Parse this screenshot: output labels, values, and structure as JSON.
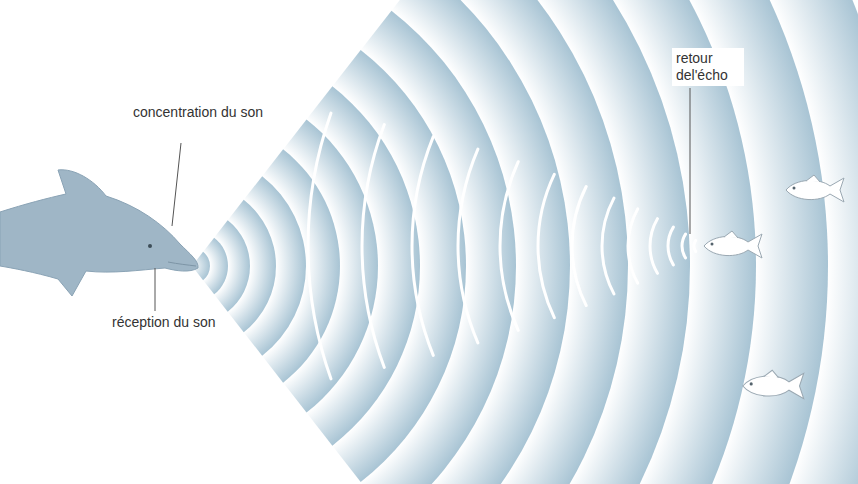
{
  "diagram": {
    "labels": [
      "concentration du son",
      "réception du son",
      "retour del'écho"
    ]
  }
}
